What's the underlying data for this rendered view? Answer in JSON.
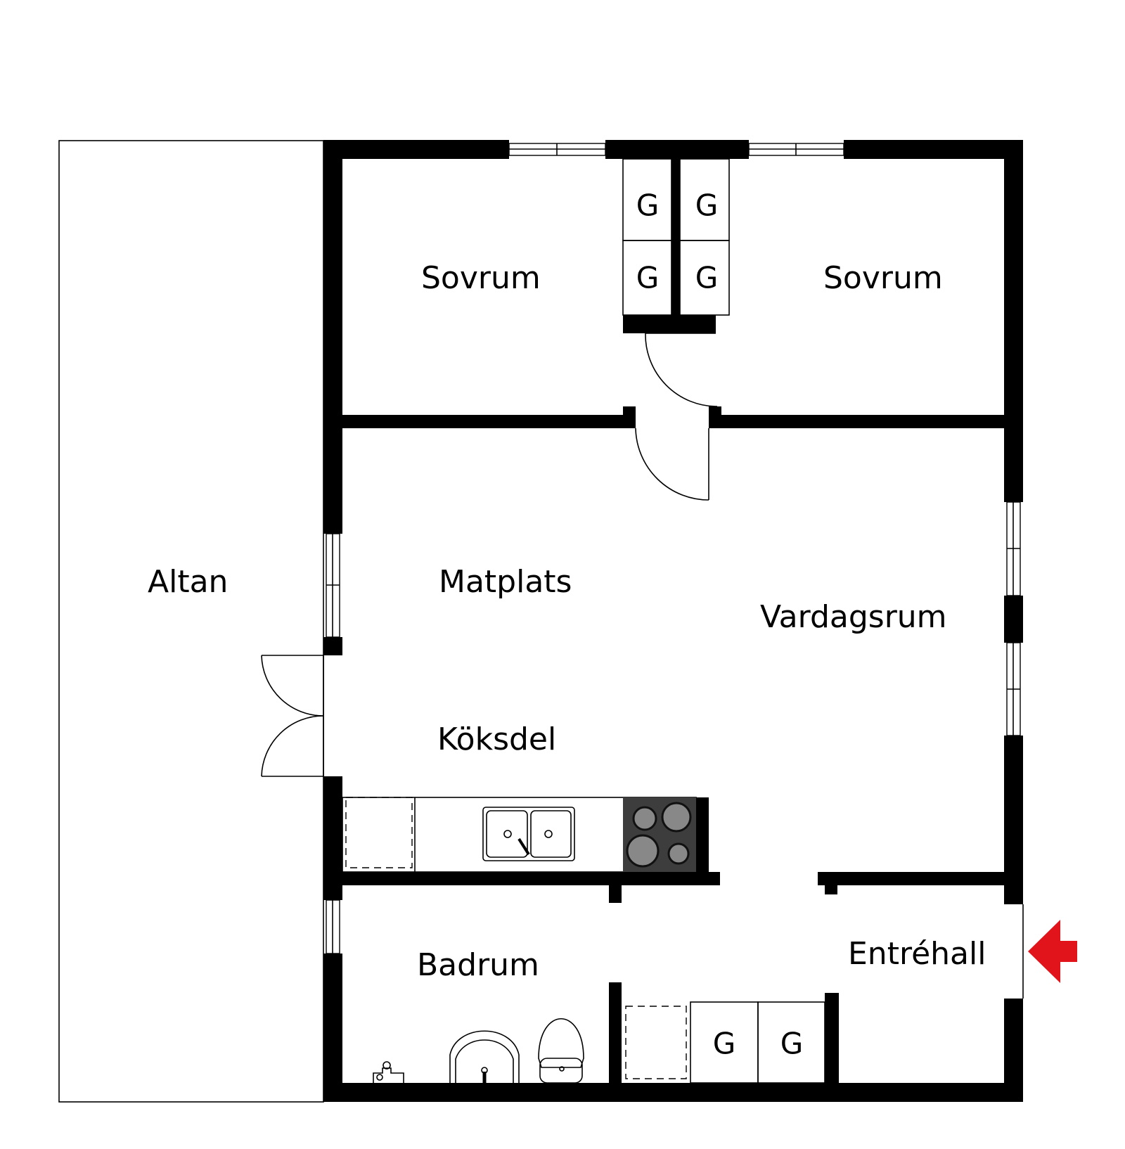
{
  "rooms": {
    "sovrum_left": "Sovrum",
    "sovrum_right": "Sovrum",
    "altan": "Altan",
    "matplats": "Matplats",
    "vardagsrum": "Vardagsrum",
    "koksdel": "Köksdel",
    "badrum": "Badrum",
    "entrehall": "Entréhall"
  },
  "wardrobe_label": "G",
  "colors": {
    "walls": "#000000",
    "entrance_arrow": "#e1141b",
    "stove": "#3d3d3d",
    "background": "#ffffff"
  },
  "icons": {
    "entrance": "entrance-arrow-icon",
    "sink": "double-sink-icon",
    "stove": "stove-icon",
    "toilet": "toilet-icon",
    "washbasin": "washbasin-icon",
    "faucet": "faucet-icon"
  }
}
